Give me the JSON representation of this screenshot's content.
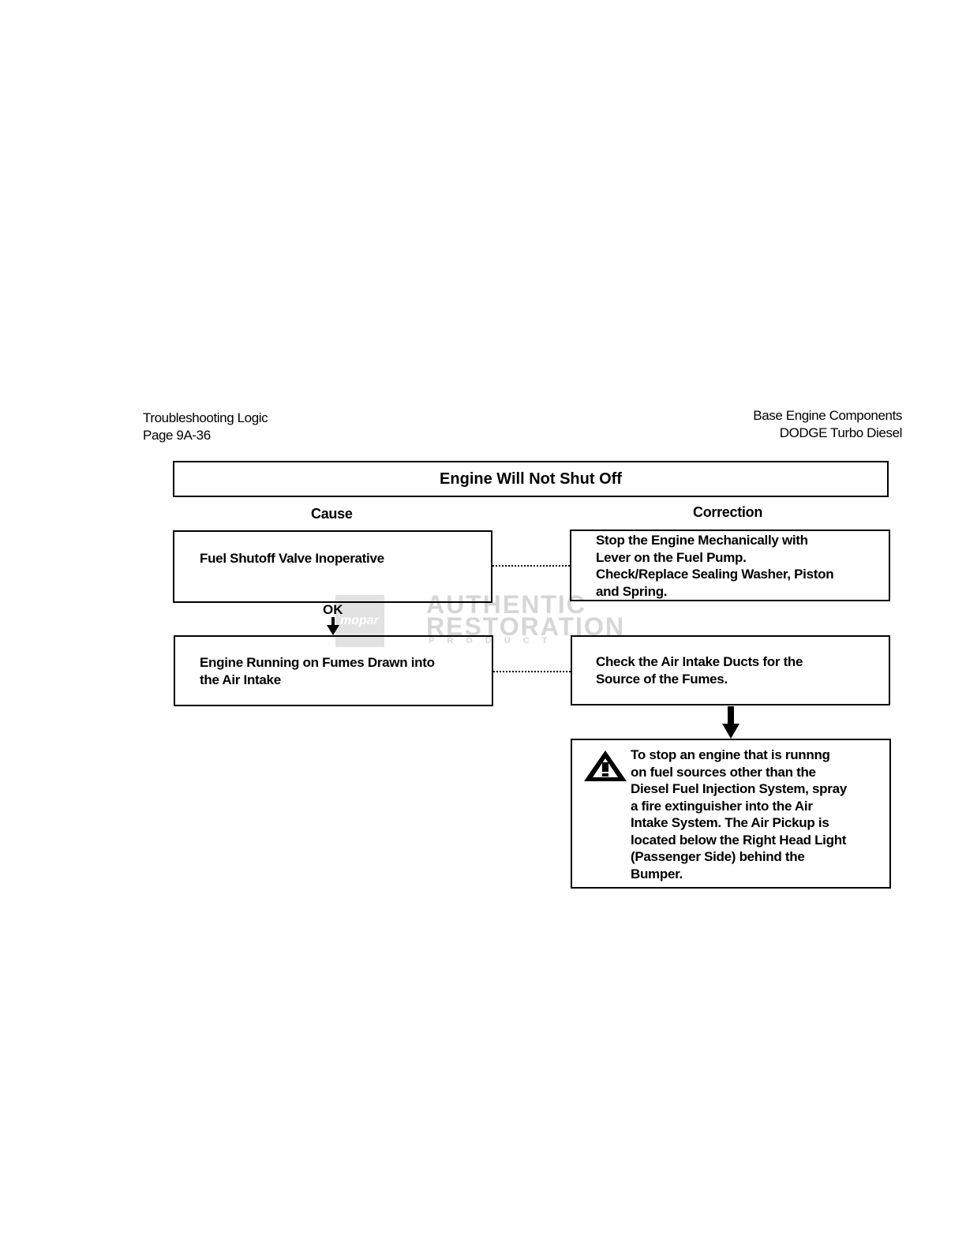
{
  "header": {
    "left_line1": "Troubleshooting Logic",
    "left_line2": "Page 9A-36",
    "right_line1": "Base Engine Components",
    "right_line2": "DODGE Turbo Diesel"
  },
  "chart": {
    "title": "Engine Will Not Shut Off",
    "cause_heading": "Cause",
    "correction_heading": "Correction",
    "cause1": "Fuel Shutoff Valve Inoperative",
    "correction1": {
      "line1": "Stop the Engine Mechanically with",
      "line2": "Lever on the Fuel Pump.",
      "line3": "Check/Replace Sealing Washer, Piston",
      "line4": "and Spring."
    },
    "ok_label": "OK",
    "cause2": {
      "line1": "Engine Running on Fumes Drawn into",
      "line2": "the Air Intake"
    },
    "correction2": {
      "line1": "Check the Air Intake Ducts for the",
      "line2": "Source of the Fumes."
    },
    "warning": {
      "icon": "warning-triangle-icon",
      "line1": "To stop an engine that is runnng",
      "line2": "on  fuel sources other than the",
      "line3": "Diesel Fuel Injection System, spray",
      "line4": "a fire extinguisher into the Air",
      "line5": "Intake System. The Air Pickup is",
      "line6": "located below the Right Head Light",
      "line7": "(Passenger Side) behind the",
      "line8": "Bumper."
    }
  },
  "watermark": {
    "logo_text": "mopar",
    "line1": "AUTHENTIC",
    "line2": "RESTORATION",
    "line3": "PRODUCT"
  }
}
